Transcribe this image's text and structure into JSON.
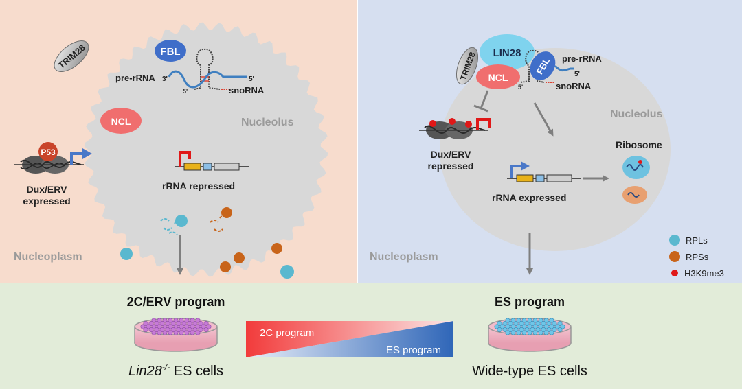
{
  "colors": {
    "left_panel": "#f7dccd",
    "right_panel": "#d6dff0",
    "bottom_panel": "#e2ecd9",
    "nucleolus": "#d8d8d8",
    "fbl": "#3f6ec9",
    "ncl": "#f06e6e",
    "lin28": "#7fd3ee",
    "rpl": "#5ab8cf",
    "rps": "#c8641a",
    "h3k9me3": "#e01818",
    "repress": "#e01818",
    "activate": "#4a78c8",
    "arrow": "#7f7f7f"
  },
  "left": {
    "trim28": "TRIM28",
    "fbl": "FBL",
    "pre_rrna": "pre-rRNA",
    "three_prime": "3'",
    "five_prime_a": "5'",
    "five_prime_b": "5'",
    "snorna": "snoRNA",
    "ncl": "NCL",
    "nucleolus": "Nucleolus",
    "p53": "P53",
    "dux_line1": "Dux/ERV",
    "dux_line2": "expressed",
    "rrna": "rRNA repressed",
    "nucleoplasm": "Nucleoplasm"
  },
  "right": {
    "trim28": "TRIM28",
    "lin28": "LIN28",
    "fbl": "FBL",
    "ncl": "NCL",
    "pre_rrna": "pre-rRNA",
    "five_prime_a": "5'",
    "five_prime_b": "5'",
    "snorna": "snoRNA",
    "nucleolus": "Nucleolus",
    "dux_line1": "Dux/ERV",
    "dux_line2": "repressed",
    "ribosome": "Ribosome",
    "rrna": "rRNA expressed",
    "nucleoplasm": "Nucleoplasm"
  },
  "legend": [
    {
      "label": "RPLs",
      "color": "#5ab8cf"
    },
    {
      "label": "RPSs",
      "color": "#c8641a"
    },
    {
      "label": "H3K9me3",
      "color": "#e01818"
    }
  ],
  "bottom": {
    "left_program": "2C/ERV program",
    "left_cells_italic": "Lin28",
    "left_cells_sup": "-/-",
    "left_cells_rest": " ES cells",
    "gradient_left": "2C program",
    "gradient_right": "ES program",
    "right_program": "ES program",
    "right_cells": "Wide-type ES cells"
  }
}
